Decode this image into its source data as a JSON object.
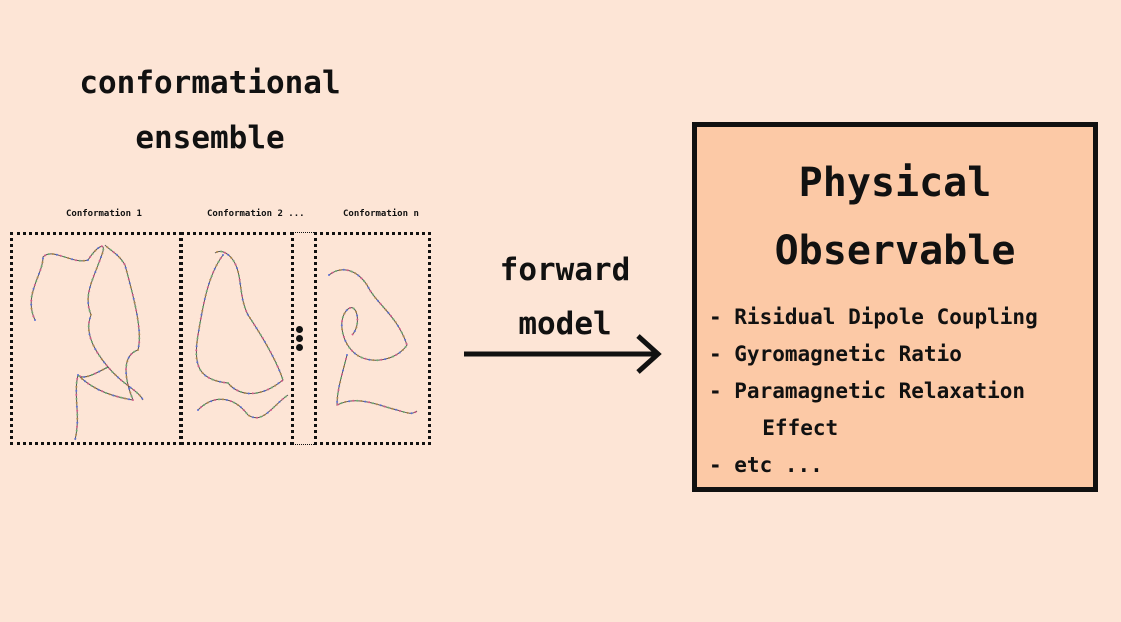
{
  "ensemble": {
    "title_line1": "conformational",
    "title_line2": "ensemble",
    "conformations": [
      {
        "label": "Conformation 1"
      },
      {
        "label": "Conformation 2 ..."
      },
      {
        "label": "Conformation n"
      }
    ],
    "ellipsis_icon": "vertical-ellipsis-icon"
  },
  "arrow": {
    "label_line1": "forward",
    "label_line2": "model",
    "icon": "right-arrow-icon"
  },
  "observable": {
    "title_line1": "Physical",
    "title_line2": "Observable",
    "items": [
      "- Risidual Dipole Coupling",
      "- Gyromagnetic Ratio",
      "- Paramagnetic Relaxation\n  Effect",
      "- etc ..."
    ]
  },
  "colors": {
    "background": "#fde5d6",
    "box_fill": "#fcc9a6",
    "chain": "#555555",
    "atom_colors": [
      "#5b6fd6",
      "#d65b8a",
      "#6fb06f",
      "#b08a4a"
    ]
  }
}
